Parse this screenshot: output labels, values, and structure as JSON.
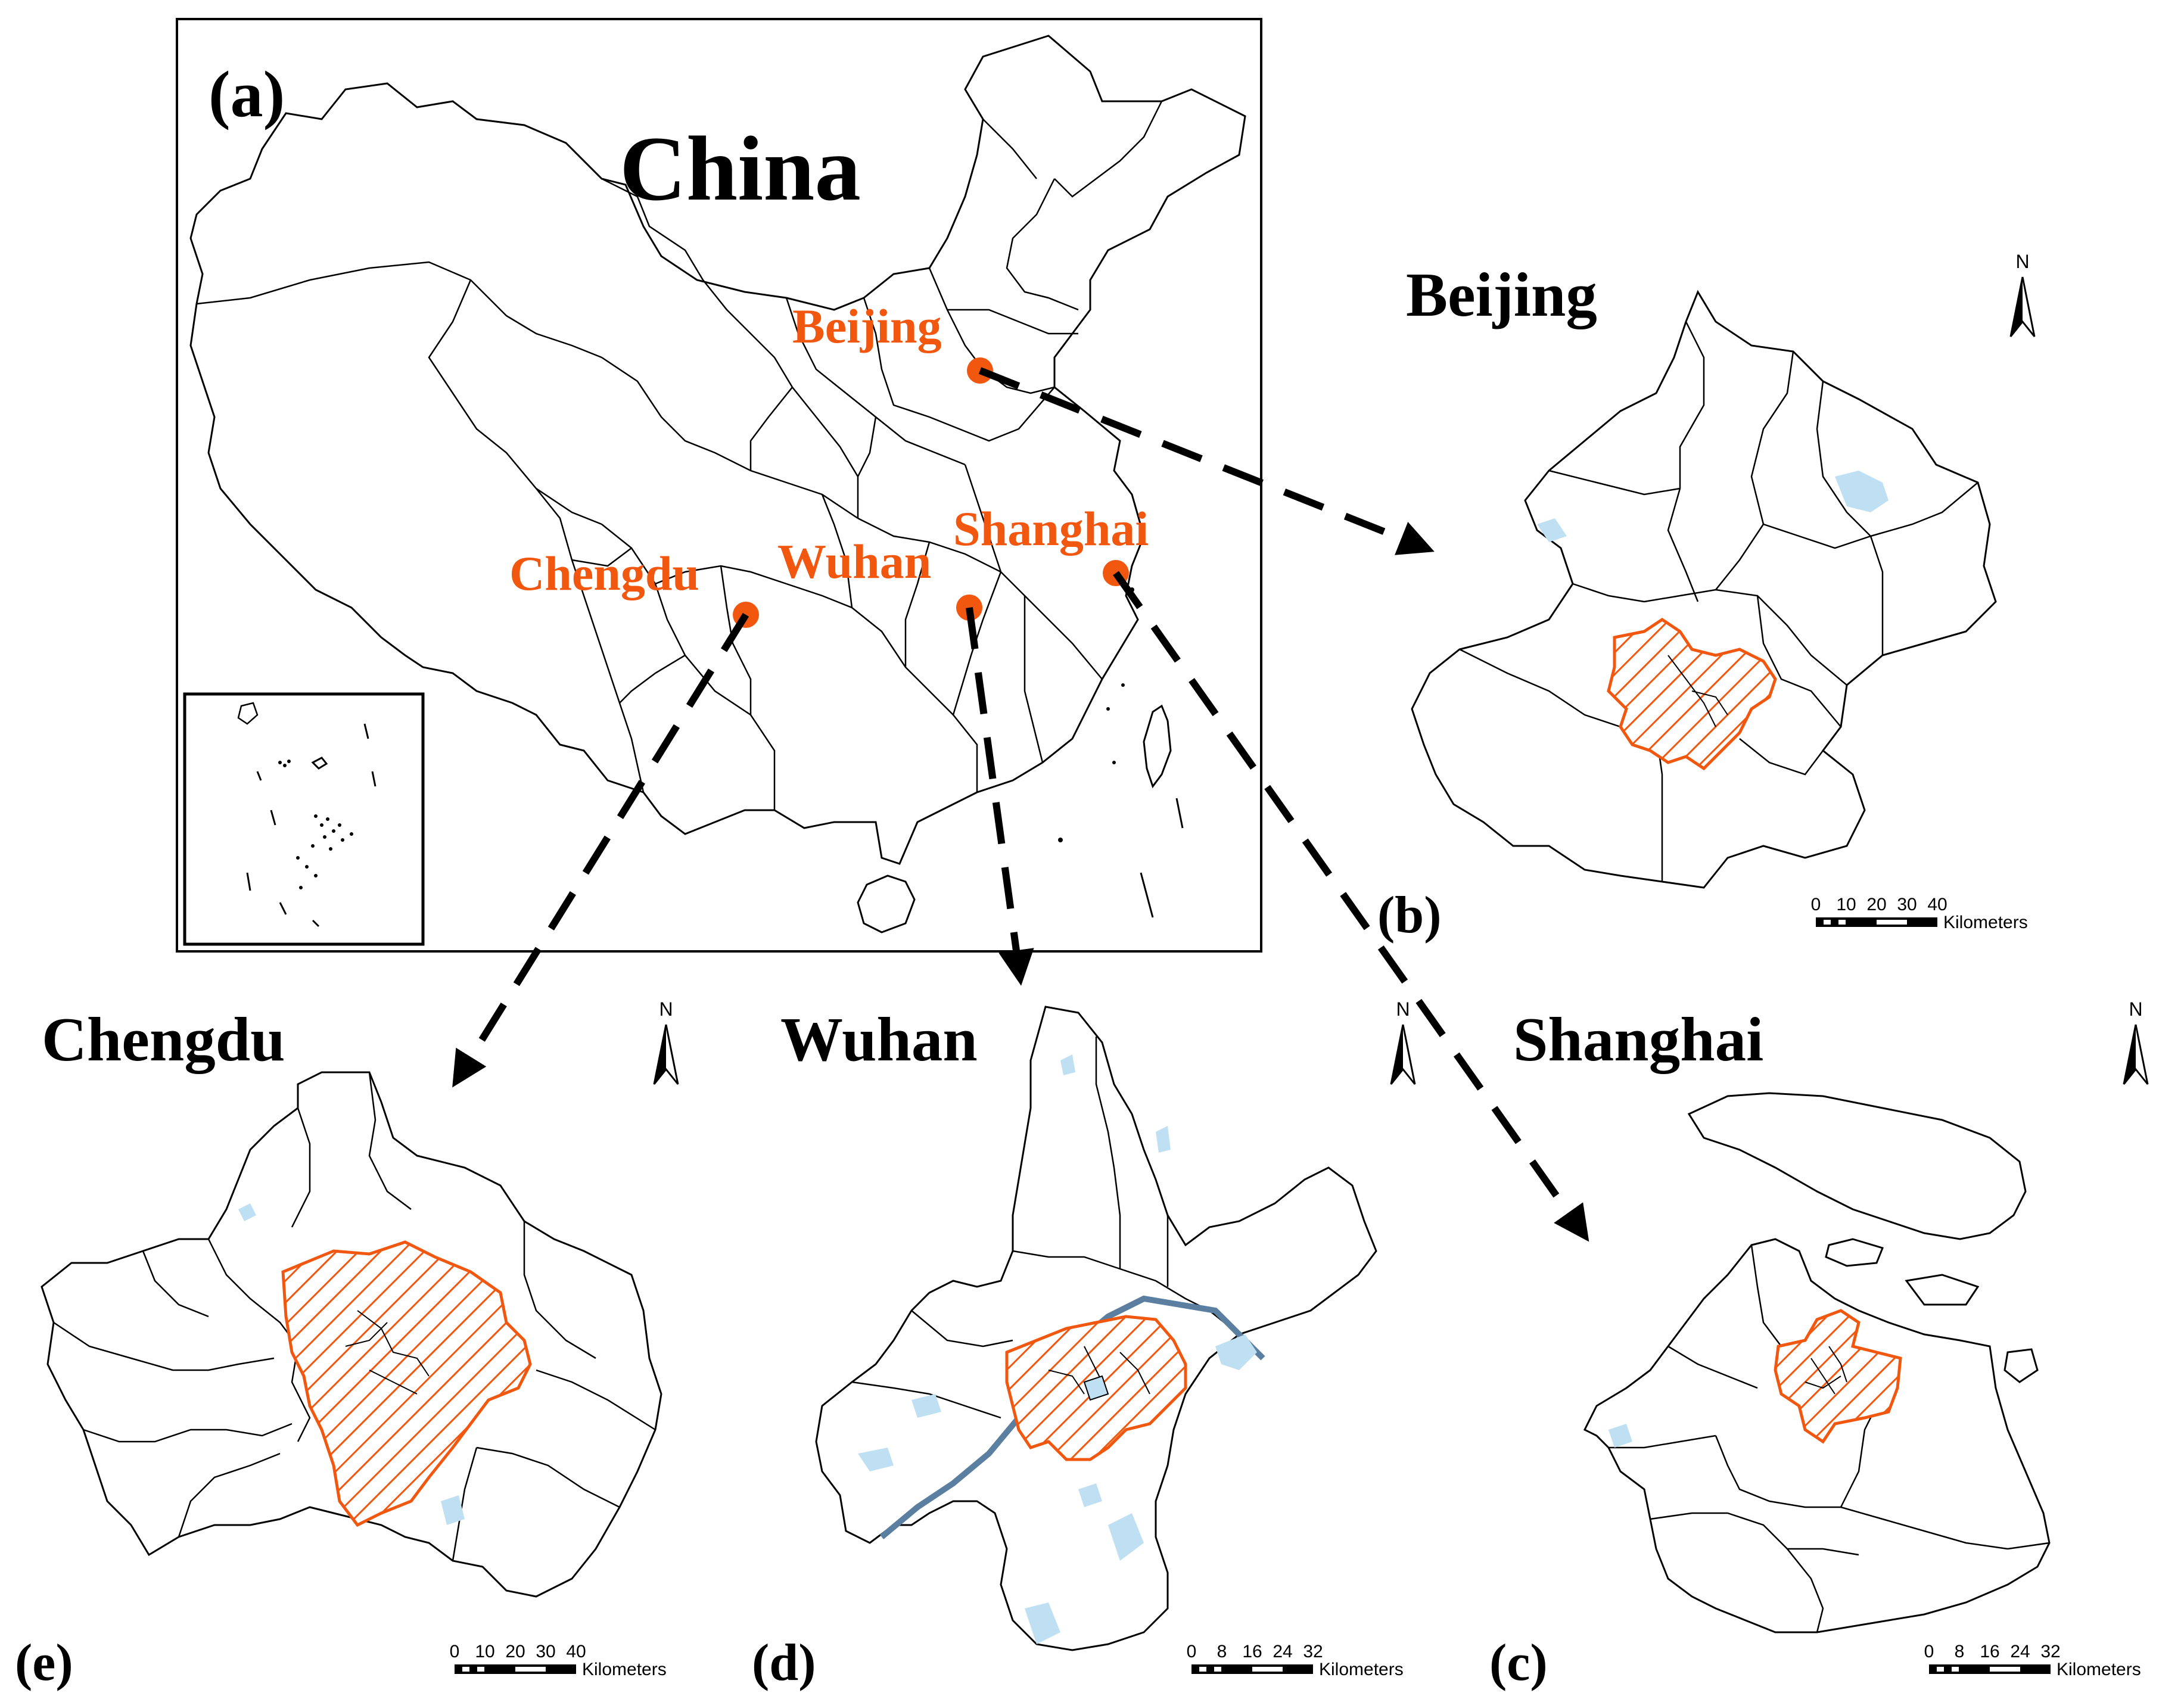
{
  "panel_a": {
    "label": "(a)",
    "title": "China",
    "cities": [
      {
        "name": "Beijing"
      },
      {
        "name": "Shanghai"
      },
      {
        "name": "Chengdu"
      },
      {
        "name": "Wuhan"
      }
    ]
  },
  "panels": {
    "beijing": {
      "title": "Beijing",
      "label": "(b)",
      "scale_ticks": [
        "0",
        "10",
        "20",
        "30",
        "40"
      ],
      "scale_unit": "Kilometers",
      "north": "N"
    },
    "shanghai": {
      "title": "Shanghai",
      "label": "(c)",
      "scale_ticks": [
        "0",
        "8",
        "16",
        "24",
        "32"
      ],
      "scale_unit": "Kilometers",
      "north": "N"
    },
    "wuhan": {
      "title": "Wuhan",
      "label": "(d)",
      "scale_ticks": [
        "0",
        "8",
        "16",
        "24",
        "32"
      ],
      "scale_unit": "Kilometers",
      "north": "N"
    },
    "chengdu": {
      "title": "Chengdu",
      "label": "(e)",
      "scale_ticks": [
        "0",
        "10",
        "20",
        "30",
        "40"
      ],
      "scale_unit": "Kilometers",
      "north": "N"
    }
  },
  "colors": {
    "accent": "#F2570F",
    "water": "#BFE0F2",
    "line": "#000000"
  }
}
